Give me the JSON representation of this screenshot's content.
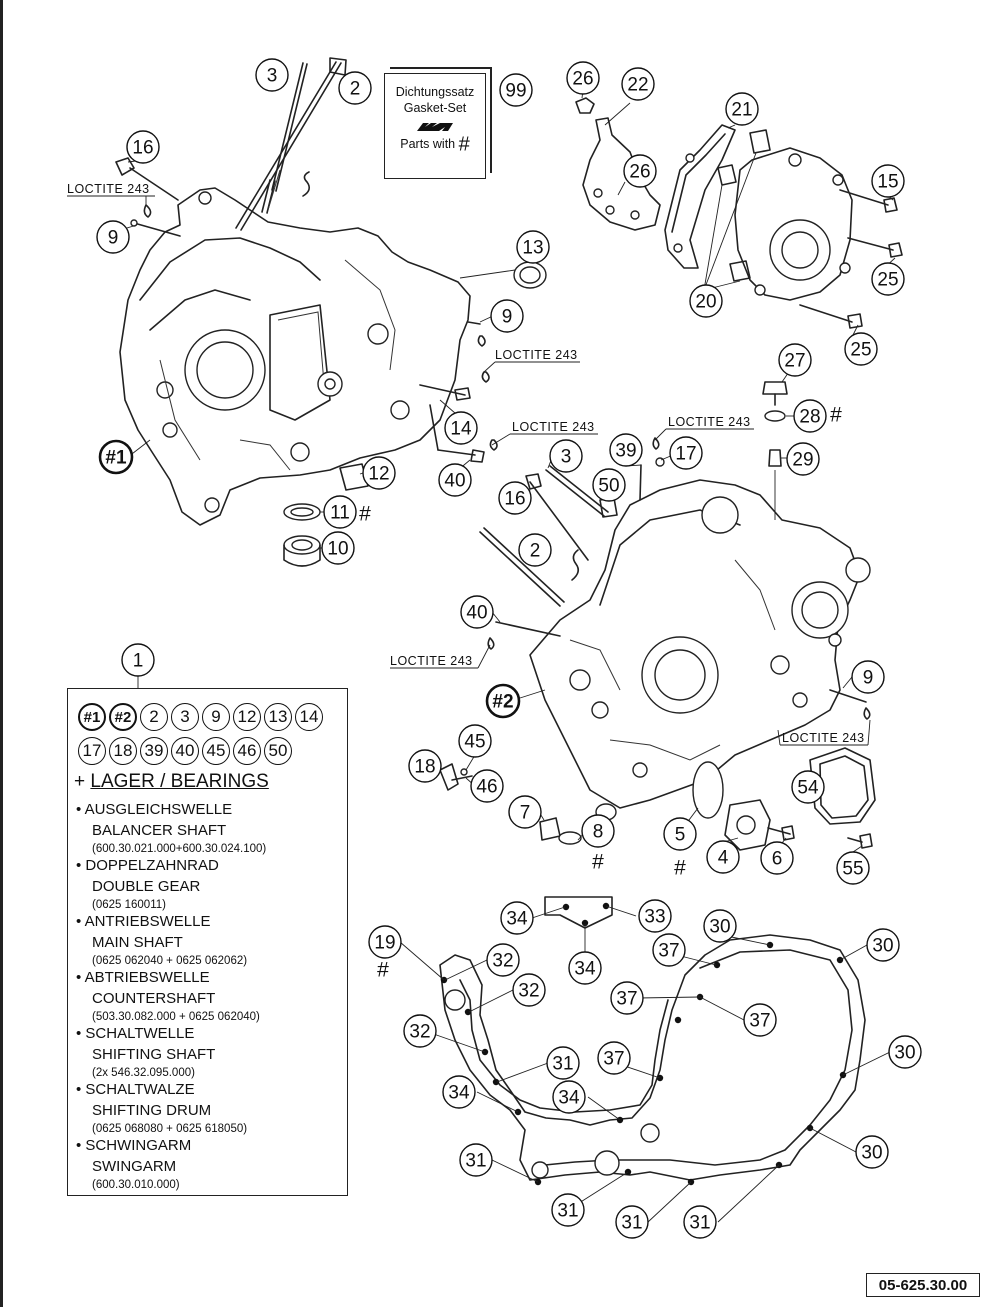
{
  "gasket_set": {
    "title_de": "Dichtungssatz",
    "title_en": "Gasket-Set",
    "parts_with": "Parts with",
    "hash": "#",
    "callout": "99"
  },
  "loctite_label": "LOCTITE 243",
  "callouts": [
    {
      "id": "c3a",
      "label": "3"
    },
    {
      "id": "c2a",
      "label": "2"
    },
    {
      "id": "c16a",
      "label": "16"
    },
    {
      "id": "c9a",
      "label": "9"
    },
    {
      "id": "c13",
      "label": "13"
    },
    {
      "id": "c9b",
      "label": "9"
    },
    {
      "id": "c14",
      "label": "14"
    },
    {
      "id": "c40a",
      "label": "40"
    },
    {
      "id": "c12",
      "label": "12"
    },
    {
      "id": "c11",
      "label": "11"
    },
    {
      "id": "c10",
      "label": "10"
    },
    {
      "id": "h1",
      "label": "#1"
    },
    {
      "id": "c26a",
      "label": "26"
    },
    {
      "id": "c22",
      "label": "22"
    },
    {
      "id": "c21",
      "label": "21"
    },
    {
      "id": "c26b",
      "label": "26"
    },
    {
      "id": "c15",
      "label": "15"
    },
    {
      "id": "c25a",
      "label": "25"
    },
    {
      "id": "c20",
      "label": "20"
    },
    {
      "id": "c25b",
      "label": "25"
    },
    {
      "id": "c27",
      "label": "27"
    },
    {
      "id": "c28",
      "label": "28"
    },
    {
      "id": "c29",
      "label": "29"
    },
    {
      "id": "c39",
      "label": "39"
    },
    {
      "id": "c17",
      "label": "17"
    },
    {
      "id": "c3b",
      "label": "3"
    },
    {
      "id": "c50",
      "label": "50"
    },
    {
      "id": "c16b",
      "label": "16"
    },
    {
      "id": "c2b",
      "label": "2"
    },
    {
      "id": "c40b",
      "label": "40"
    },
    {
      "id": "h2",
      "label": "#2"
    },
    {
      "id": "c9c",
      "label": "9"
    },
    {
      "id": "c45",
      "label": "45"
    },
    {
      "id": "c18",
      "label": "18"
    },
    {
      "id": "c46",
      "label": "46"
    },
    {
      "id": "c7",
      "label": "7"
    },
    {
      "id": "c8",
      "label": "8"
    },
    {
      "id": "c5",
      "label": "5"
    },
    {
      "id": "c4",
      "label": "4"
    },
    {
      "id": "c6",
      "label": "6"
    },
    {
      "id": "c54",
      "label": "54"
    },
    {
      "id": "c55",
      "label": "55"
    },
    {
      "id": "c1",
      "label": "1"
    },
    {
      "id": "c34a",
      "label": "34"
    },
    {
      "id": "c33",
      "label": "33"
    },
    {
      "id": "c34b",
      "label": "34"
    },
    {
      "id": "c30a",
      "label": "30"
    },
    {
      "id": "c30b",
      "label": "30"
    },
    {
      "id": "c19",
      "label": "19"
    },
    {
      "id": "c32a",
      "label": "32"
    },
    {
      "id": "c32b",
      "label": "32"
    },
    {
      "id": "c37a",
      "label": "37"
    },
    {
      "id": "c37b",
      "label": "37"
    },
    {
      "id": "c37c",
      "label": "37"
    },
    {
      "id": "c32c",
      "label": "32"
    },
    {
      "id": "c31a",
      "label": "31"
    },
    {
      "id": "c37d",
      "label": "37"
    },
    {
      "id": "c30c",
      "label": "30"
    },
    {
      "id": "c34c",
      "label": "34"
    },
    {
      "id": "c34d",
      "label": "34"
    },
    {
      "id": "c30d",
      "label": "30"
    },
    {
      "id": "c31b",
      "label": "31"
    },
    {
      "id": "c31c",
      "label": "31"
    },
    {
      "id": "c31d",
      "label": "31"
    },
    {
      "id": "c31e",
      "label": "31"
    }
  ],
  "hash_mark": "#",
  "bearings": {
    "kit_parts_row1": [
      "#1",
      "#2",
      "2",
      "3",
      "9",
      "12",
      "13",
      "14"
    ],
    "kit_parts_row2": [
      "17",
      "18",
      "39",
      "40",
      "45",
      "46",
      "50"
    ],
    "plus": "+",
    "title": "LAGER / BEARINGS",
    "items": [
      {
        "de": "AUSGLEICHSWELLE",
        "en": "BALANCER SHAFT",
        "pn": "(600.30.021.000+600.30.024.100)"
      },
      {
        "de": "DOPPELZAHNRAD",
        "en": "DOUBLE GEAR",
        "pn": "(0625 160011)"
      },
      {
        "de": "ANTRIEBSWELLE",
        "en": "MAIN SHAFT",
        "pn": "(0625 062040 + 0625 062062)"
      },
      {
        "de": "ABTRIEBSWELLE",
        "en": "COUNTERSHAFT",
        "pn": "(503.30.082.000 + 0625 062040)"
      },
      {
        "de": "SCHALTWELLE",
        "en": "SHIFTING SHAFT",
        "pn": "(2x 546.32.095.000)"
      },
      {
        "de": "SCHALTWALZE",
        "en": "SHIFTING DRUM",
        "pn": "(0625 068080 + 0625 618050)"
      },
      {
        "de": "SCHWINGARM",
        "en": "SWINGARM",
        "pn": "(600.30.010.000)"
      }
    ]
  },
  "diagram_number": "05-625.30.00"
}
